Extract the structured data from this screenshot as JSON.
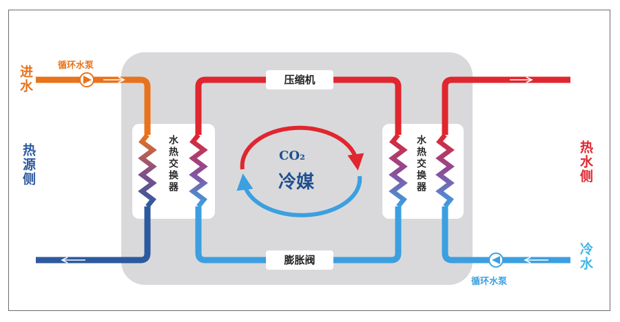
{
  "inlet_water_label": "进水",
  "heat_source_side_label": "热源侧",
  "hot_water_side_label": "热水侧",
  "cold_water_label": "冷水",
  "pump_left_label": "循环水泵",
  "pump_right_label": "循环水泵",
  "compressor_label": "压缩机",
  "expansion_valve_label": "膨胀阀",
  "hx_left_label": "水热交换器",
  "hx_right_label": "水热交换器",
  "refrigerant_formula": "CO₂",
  "refrigerant_label": "冷媒",
  "colors": {
    "orange": "#e8731c",
    "red": "#e0262f",
    "blue": "#3c9fe0",
    "dark_blue": "#2d5a9e",
    "cyan": "#3fb6e6",
    "gray_box": "#d9d9db"
  }
}
